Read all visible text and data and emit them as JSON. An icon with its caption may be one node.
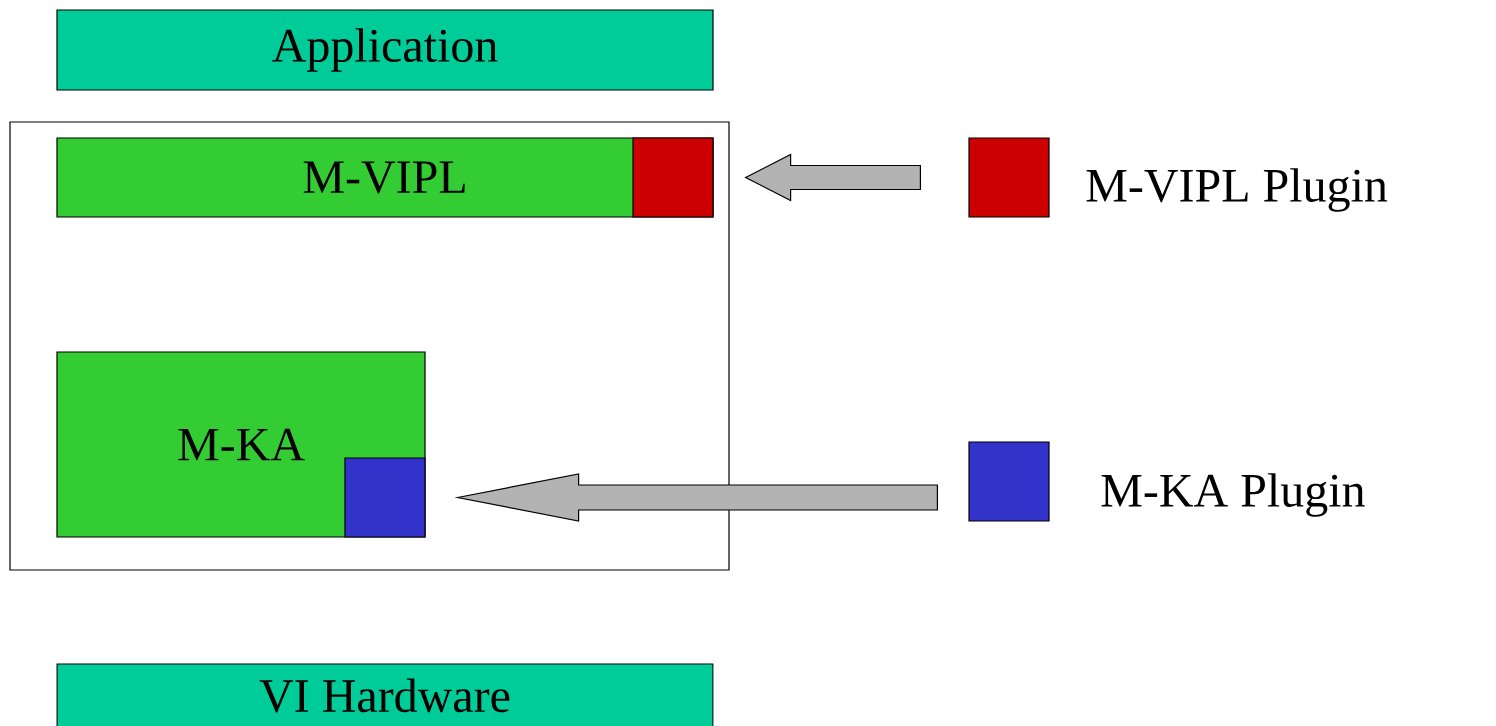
{
  "diagram": {
    "nodes": [
      {
        "text": [
          "Application"
        ]
      },
      {
        "text": [],
        "shape": "box"
      },
      {
        "text": [
          "M-VIPL"
        ],
        "in": 1
      },
      {
        "text": [],
        "shape": "box",
        "in": 2
      },
      {
        "text": [
          "M-KA"
        ],
        "in": 1
      },
      {
        "text": [],
        "shape": "box",
        "in": 4
      },
      {
        "text": [],
        "shape": "box",
        "beside": [
          "M-VIPL Plugin"
        ]
      },
      {
        "text": [],
        "shape": "box",
        "beside": [
          "M-KA Plugin"
        ]
      },
      {
        "text": [
          "VI Hardware"
        ]
      }
    ],
    "edges": [
      {
        "from": 6,
        "to": 3,
        "arrow": "to"
      },
      {
        "from": 7,
        "to": 5,
        "arrow": "to"
      }
    ]
  }
}
